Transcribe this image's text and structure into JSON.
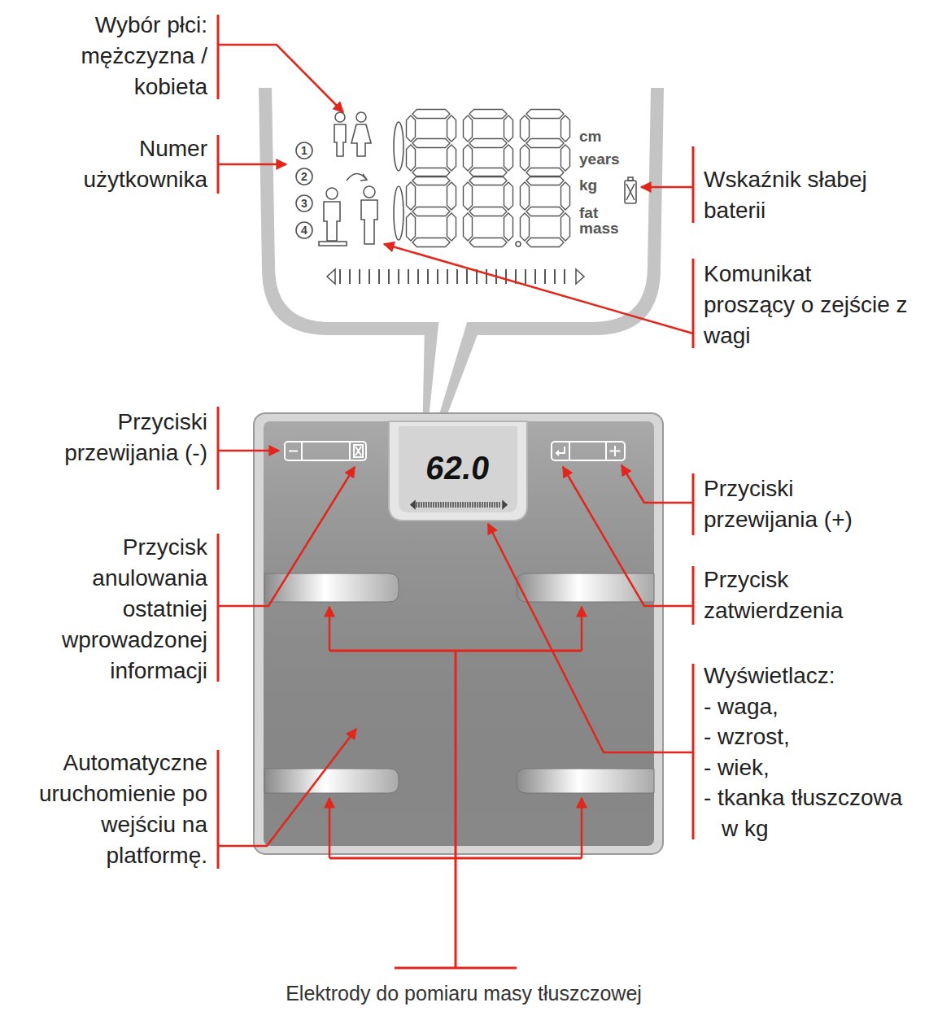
{
  "diagram": {
    "labels": [
      "Wybór płci: mężczyzna / kobieta",
      "Numer użytkownika",
      "1",
      "2",
      "3",
      "4",
      "cm",
      "years",
      "kg",
      "fat mass",
      "Wskaźnik słabej baterii",
      "Komunikat proszący o zejście z wagi",
      "Przyciski przewijania (-)",
      "62.0",
      "Przyciski przewijania (+)",
      "Przycisk anulowania ostatniej wprowadzonej informacji",
      "Przycisk zatwierdzenia",
      "Wyświetlacz: - waga, - wzrost, - wiek, - tkanka tłuszczowa w kg",
      "Automatyczne uruchomienie po wejściu na platformę.",
      "Elektrody do pomiaru masy tłuszczowej"
    ]
  }
}
